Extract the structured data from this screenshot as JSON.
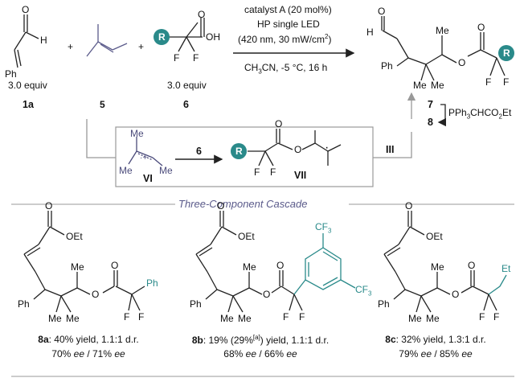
{
  "conditions": {
    "line1": "catalyst A (20 mol%)",
    "line2": "HP single LED",
    "line3": "(420 nm, 30 mW/cm",
    "line3_sup": "2",
    "line3_end": ")",
    "line4_a": "CH",
    "line4_sub": "3",
    "line4_b": "CN, -5 °C, 16 h"
  },
  "reactants": {
    "r1_equiv": "3.0 equiv",
    "r1_id": "1a",
    "r2_id": "5",
    "r3_equiv": "3.0 equiv",
    "r3_id": "6",
    "plus": "+"
  },
  "radical_path": {
    "reagent": "6",
    "intermediate_1": "VI",
    "intermediate_2": "VII",
    "step": "III"
  },
  "product_path": {
    "p7": "7",
    "p8": "8",
    "wittig_a": "PPh",
    "wittig_sub1": "3",
    "wittig_b": "CHCO",
    "wittig_sub2": "2",
    "wittig_c": "Et"
  },
  "banner": "Three-Component Cascade",
  "atoms": {
    "H": "H",
    "O": "O",
    "OH": "OH",
    "F": "F",
    "R": "R",
    "Ph": "Ph",
    "Me": "Me",
    "OEt": "OEt",
    "Et": "Et",
    "CF3": "CF",
    "CF3_sub": "3",
    "dot": "·",
    "radcat": "·+"
  },
  "results": {
    "a": {
      "id": "8a",
      "line1": ": 40% yield, 1.1:1 d.r.",
      "ee1": "70% ",
      "ee_word": "ee",
      "ee2": " / 71% "
    },
    "b": {
      "id": "8b",
      "line1_a": ": 19% (29%",
      "line1_sup": "[a]",
      "line1_b": ") yield, 1.1:1 d.r.",
      "ee1": "68% ",
      "ee_word": "ee",
      "ee2": " / 66% "
    },
    "c": {
      "id": "8c",
      "line1": ": 32% yield, 1.3:1 d.r.",
      "ee1": "79% ",
      "ee_word": "ee",
      "ee2": " / 85% "
    }
  },
  "colors": {
    "accent": "#2a8a8a",
    "radical": "#4a4a7a",
    "bond": "#222222",
    "box": "#999999"
  }
}
